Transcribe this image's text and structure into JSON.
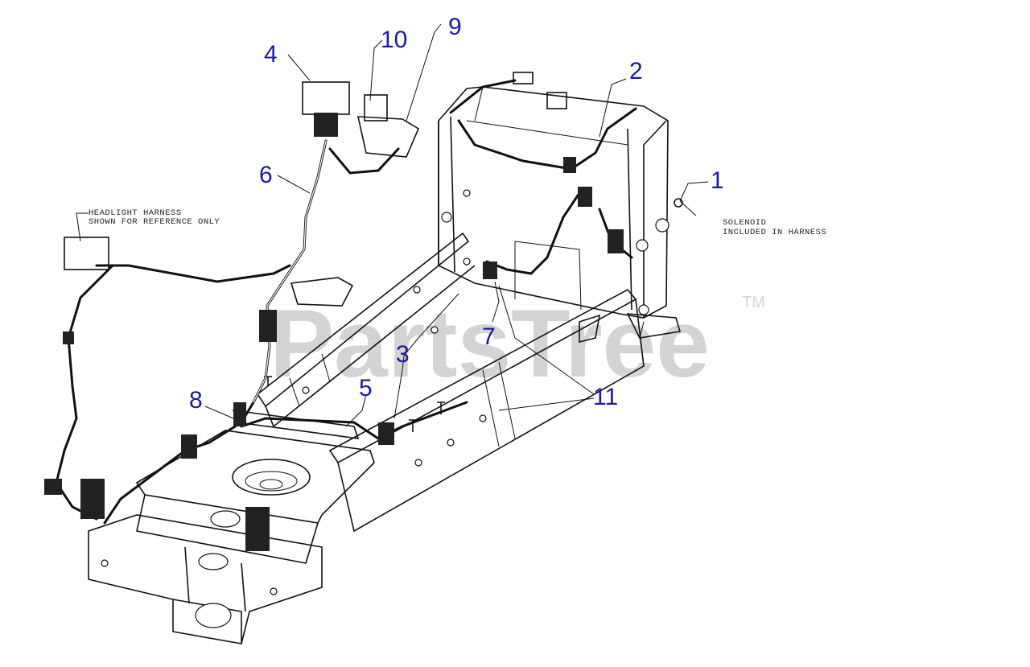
{
  "watermark": {
    "brand": "PartsTree",
    "trademark": "TM"
  },
  "notes": {
    "headlight_line1": "HEADLIGHT HARNESS",
    "headlight_line2": "SHOWN FOR REFERENCE ONLY",
    "solenoid_line1": "SOLENOID",
    "solenoid_line2": "INCLUDED IN HARNESS"
  },
  "callouts": [
    "1",
    "2",
    "3",
    "4",
    "5",
    "6",
    "7",
    "8",
    "9",
    "10",
    "11"
  ]
}
